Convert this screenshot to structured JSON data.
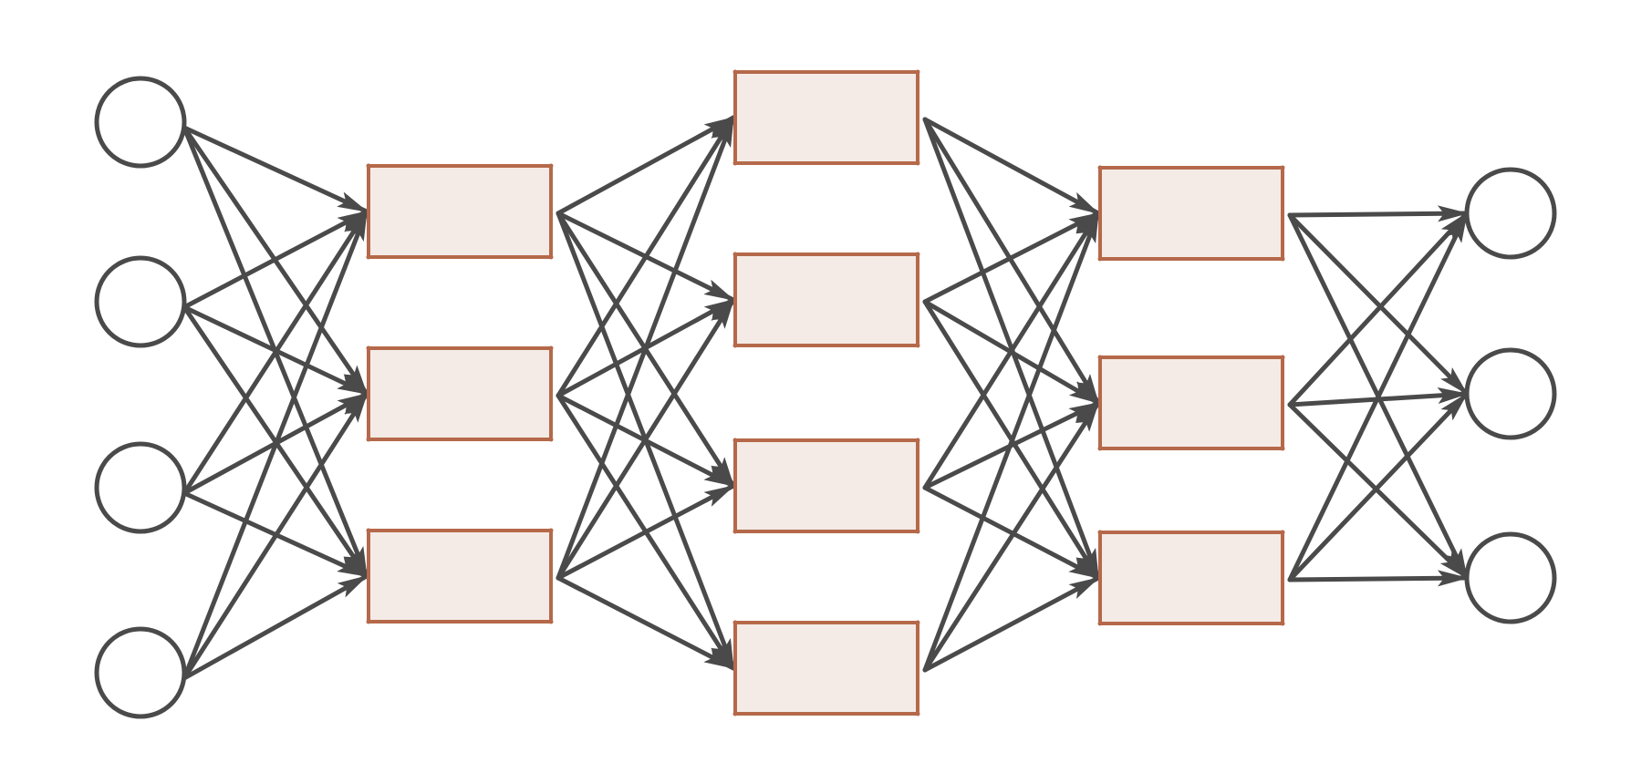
{
  "diagram": {
    "type": "feedforward-network",
    "colors": {
      "edge": "#4a4a4a",
      "node_outline": "#4a4a4a",
      "box_fill": "#f4ebe6",
      "box_outline": "#b5694a",
      "background": "#ffffff"
    },
    "layers": [
      {
        "id": "input",
        "shape": "circle",
        "count": 4,
        "labels": [
          "",
          "",
          "",
          ""
        ]
      },
      {
        "id": "hidden-1",
        "shape": "box",
        "count": 3,
        "labels": [
          "",
          "",
          ""
        ]
      },
      {
        "id": "hidden-2",
        "shape": "box",
        "count": 4,
        "labels": [
          "",
          "",
          "",
          ""
        ]
      },
      {
        "id": "hidden-3",
        "shape": "box",
        "count": 3,
        "labels": [
          "",
          "",
          ""
        ]
      },
      {
        "id": "output",
        "shape": "circle",
        "count": 3,
        "labels": [
          "",
          "",
          ""
        ]
      }
    ],
    "connectivity": "fully-connected-between-adjacent-layers",
    "arrowheads": true
  }
}
